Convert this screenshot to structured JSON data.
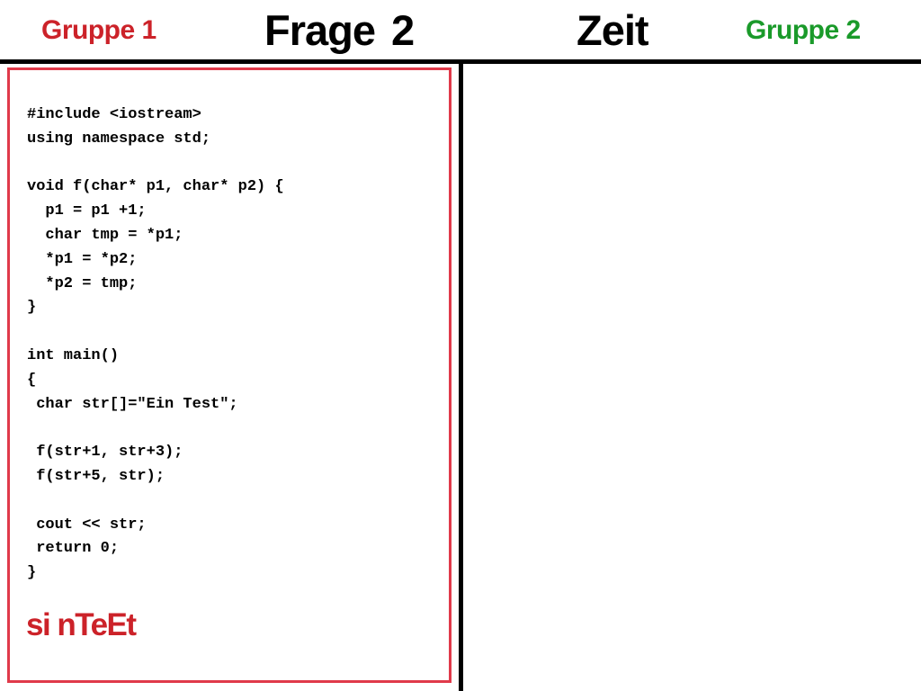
{
  "header": {
    "group_1": "Gruppe 1",
    "question_word": "Frage",
    "question_number": "2",
    "time_label": "Zeit",
    "group_2": "Gruppe 2"
  },
  "code": {
    "lines": [
      "#include <iostream>",
      "using namespace std;",
      "",
      "void f(char* p1, char* p2) {",
      "  p1 = p1 +1;",
      "  char tmp = *p1;",
      "  *p1 = *p2;",
      "  *p2 = tmp;",
      "}",
      "",
      "int main()",
      "{",
      " char str[]=\"Ein Test\";",
      "",
      " f(str+1, str+3);",
      " f(str+5, str);",
      "",
      " cout << str;",
      " return 0;",
      "}"
    ]
  },
  "answer": "si nTeEt",
  "colors": {
    "group_1": "#cc2229",
    "group_2": "#1a9a2a",
    "code_box_border": "#e03a4a",
    "answer": "#cc2229"
  }
}
